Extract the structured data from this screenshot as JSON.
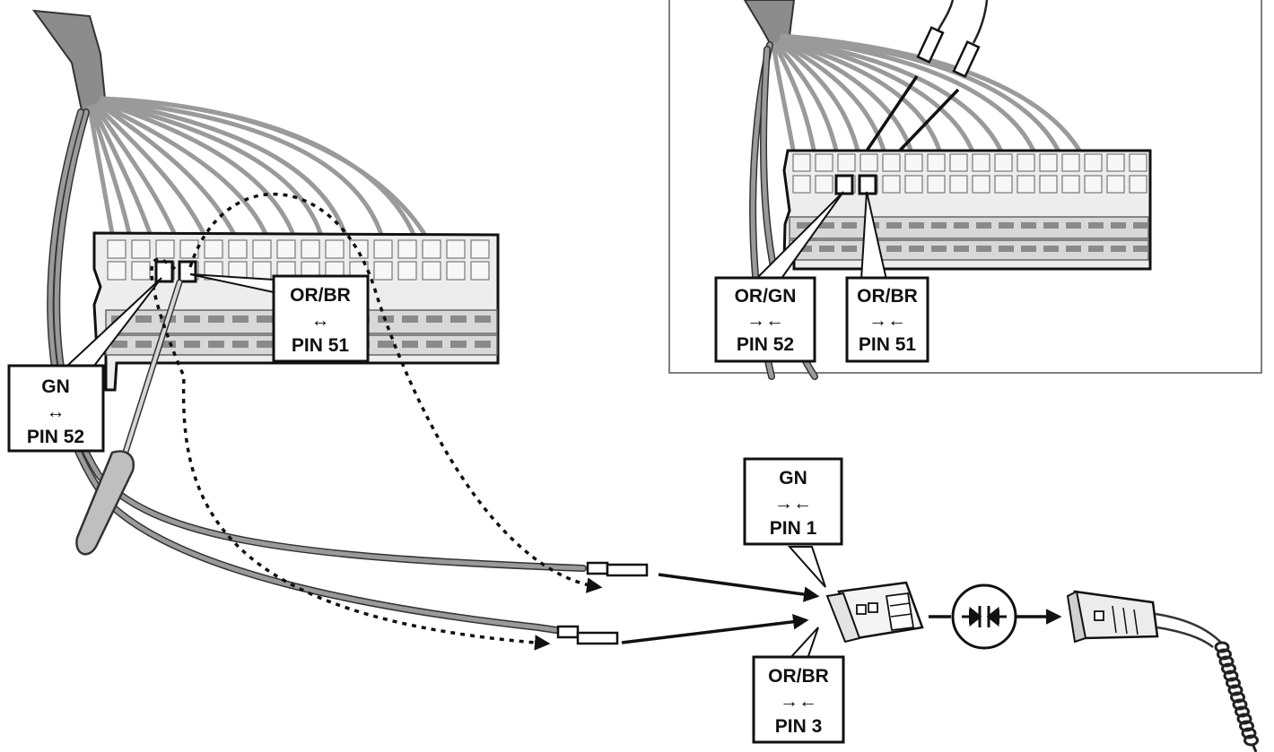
{
  "labels": {
    "gn_pin52": {
      "color": "GN",
      "pin": "PIN 52"
    },
    "orbr_pin51": {
      "color": "OR/BR",
      "pin": "PIN 51"
    },
    "inset_orgn_pin52": {
      "color": "OR/GN",
      "pin": "PIN 52"
    },
    "inset_orbr_pin51": {
      "color": "OR/BR",
      "pin": "PIN 51"
    },
    "gn_pin1": {
      "color": "GN",
      "pin": "PIN 1"
    },
    "orbr_pin3": {
      "color": "OR/BR",
      "pin": "PIN 3"
    }
  },
  "symbols": {
    "remove": "↔",
    "insert": "→←"
  },
  "colors": {
    "wire": "#9a9a9a",
    "harness_sleeve": "#8c8c8c",
    "outline": "#111111"
  }
}
